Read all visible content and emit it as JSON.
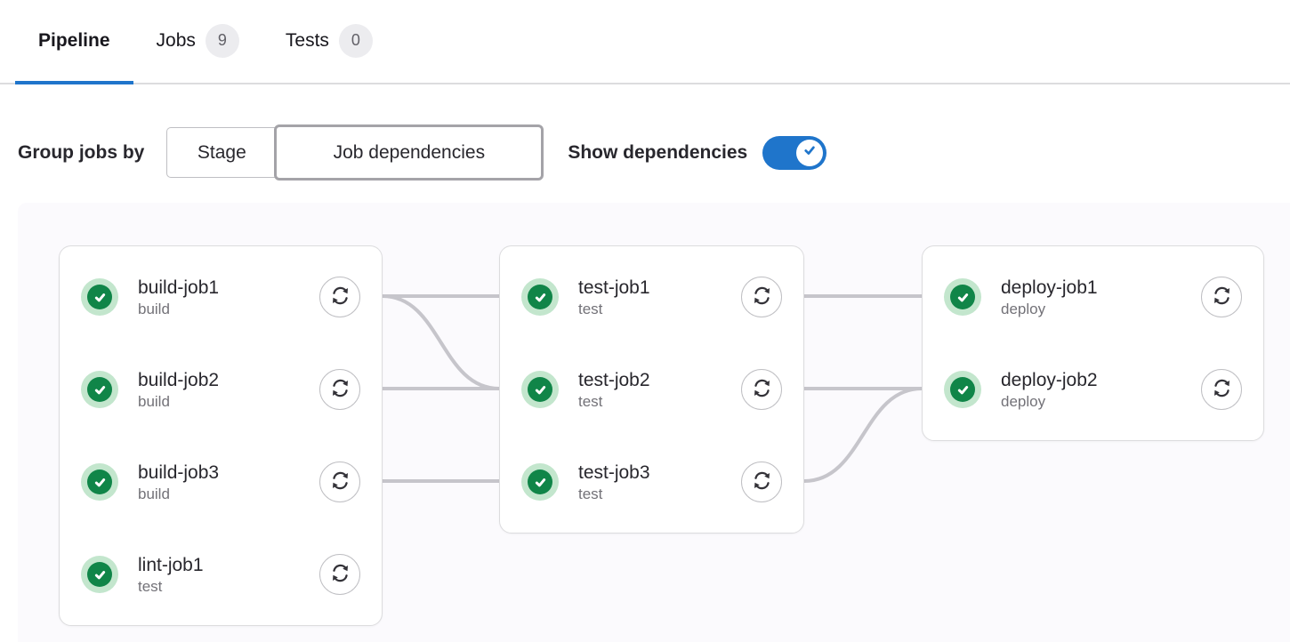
{
  "tabs": [
    {
      "label": "Pipeline",
      "badge": null,
      "active": true
    },
    {
      "label": "Jobs",
      "badge": "9",
      "active": false
    },
    {
      "label": "Tests",
      "badge": "0",
      "active": false
    }
  ],
  "controls": {
    "group_label": "Group jobs by",
    "segmented": [
      {
        "label": "Stage",
        "selected": false
      },
      {
        "label": "Job dependencies",
        "selected": true
      }
    ],
    "show_dependencies_label": "Show dependencies",
    "show_dependencies_enabled": true
  },
  "pipeline": {
    "columns": [
      {
        "jobs": [
          {
            "name": "build-job1",
            "stage": "build",
            "status": "success",
            "action": "retry"
          },
          {
            "name": "build-job2",
            "stage": "build",
            "status": "success",
            "action": "retry"
          },
          {
            "name": "build-job3",
            "stage": "build",
            "status": "success",
            "action": "retry"
          },
          {
            "name": "lint-job1",
            "stage": "test",
            "status": "success",
            "action": "retry"
          }
        ]
      },
      {
        "jobs": [
          {
            "name": "test-job1",
            "stage": "test",
            "status": "success",
            "action": "retry"
          },
          {
            "name": "test-job2",
            "stage": "test",
            "status": "success",
            "action": "retry"
          },
          {
            "name": "test-job3",
            "stage": "test",
            "status": "success",
            "action": "retry"
          }
        ]
      },
      {
        "jobs": [
          {
            "name": "deploy-job1",
            "stage": "deploy",
            "status": "success",
            "action": "retry"
          },
          {
            "name": "deploy-job2",
            "stage": "deploy",
            "status": "success",
            "action": "retry"
          }
        ]
      }
    ],
    "connections": [
      {
        "from": "build-job1",
        "to": "test-job1"
      },
      {
        "from": "build-job1",
        "to": "test-job2"
      },
      {
        "from": "build-job2",
        "to": "test-job2"
      },
      {
        "from": "build-job3",
        "to": "test-job3"
      },
      {
        "from": "test-job1",
        "to": "deploy-job1"
      },
      {
        "from": "test-job2",
        "to": "deploy-job2"
      },
      {
        "from": "test-job3",
        "to": "deploy-job2"
      }
    ]
  },
  "icons": {
    "status_success": "check-circle-icon",
    "job_action": "retry-icon",
    "toggle_knob": "check-icon"
  },
  "colors": {
    "accent_blue": "#1f75cb",
    "success_green": "#108548",
    "success_green_light": "#c3e6cd",
    "connection_line": "#c6c5cb",
    "border_gray": "#dcdcde",
    "badge_bg": "#ececef",
    "graph_bg": "#fbfafd"
  }
}
